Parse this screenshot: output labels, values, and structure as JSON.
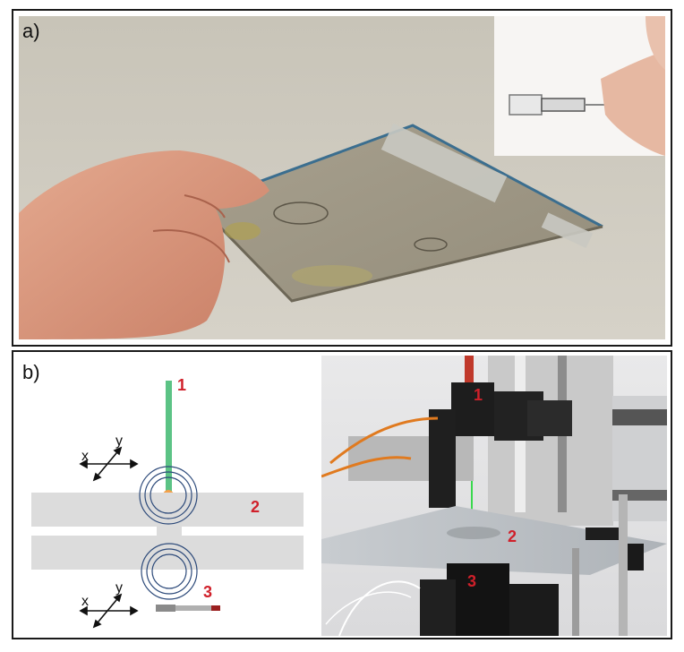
{
  "panel_a": {
    "label": "a)"
  },
  "panel_b": {
    "label": "b)",
    "diagram": {
      "n1": "1",
      "n2": "2",
      "n3": "3",
      "x1": "x",
      "y1": "y",
      "x2": "x",
      "y2": "y"
    },
    "photo": {
      "n1": "1",
      "n2": "2",
      "n3": "3"
    }
  },
  "colors": {
    "laser": "#5cc385",
    "marker": "#d0202a",
    "plate": "#dcdcdc",
    "waves": "#2d4a7a"
  }
}
